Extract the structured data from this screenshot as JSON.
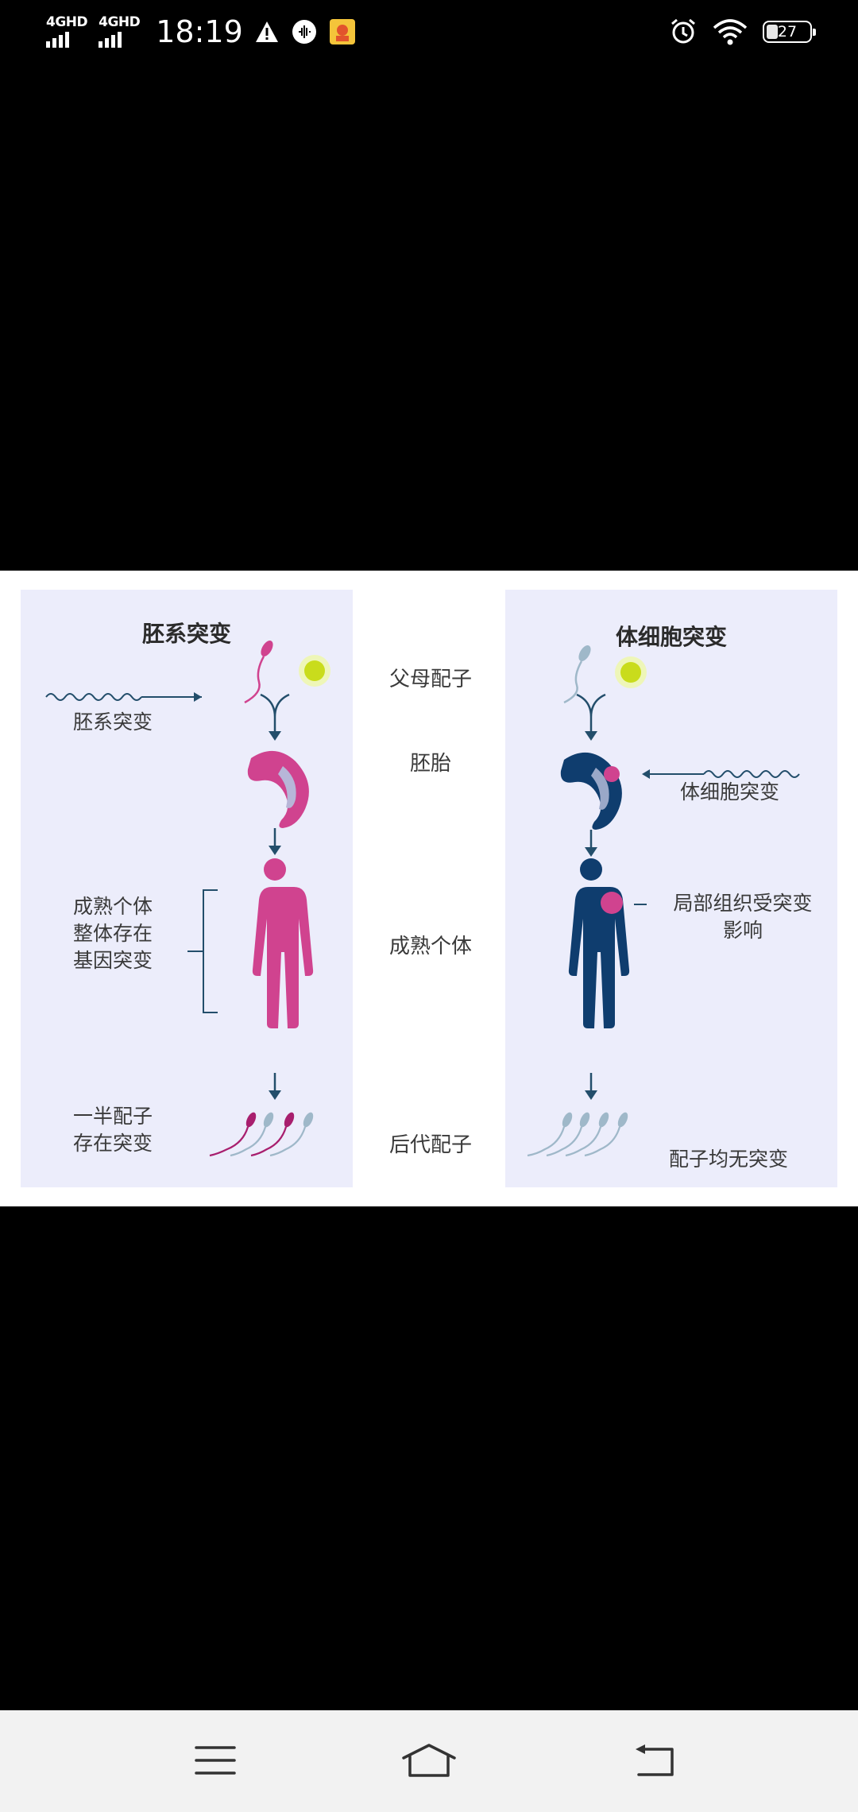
{
  "status_bar": {
    "network": [
      "4GHD",
      "4GHD"
    ],
    "time": "18:19",
    "battery": "27",
    "icons": [
      "warning-icon",
      "voice-assistant-icon",
      "app-icon",
      "alarm-icon",
      "wifi-icon",
      "battery-icon"
    ]
  },
  "image": {
    "left_panel": {
      "title": "胚系突变",
      "mutation_label": "胚系突变",
      "adult_label": [
        "成熟个体",
        "整体存在",
        "基因突变"
      ],
      "gamete_label": [
        "一半配子",
        "存在突变"
      ]
    },
    "middle_labels": {
      "parents": "父母配子",
      "embryo": "胚胎",
      "adult": "成熟个体",
      "offspring": "后代配子"
    },
    "right_panel": {
      "title": "体细胞突变",
      "mutation_label": "体细胞突变",
      "adult_label": [
        "局部组织受突变",
        "影响"
      ],
      "gamete_label": "配子均无突变"
    },
    "colors": {
      "germline": "#d0438f",
      "somatic": "#0f3d6e",
      "egg": "#c9dc1c",
      "arrow": "#234e6b"
    }
  },
  "nav_bar": {
    "buttons": [
      "menu",
      "home",
      "back"
    ]
  }
}
